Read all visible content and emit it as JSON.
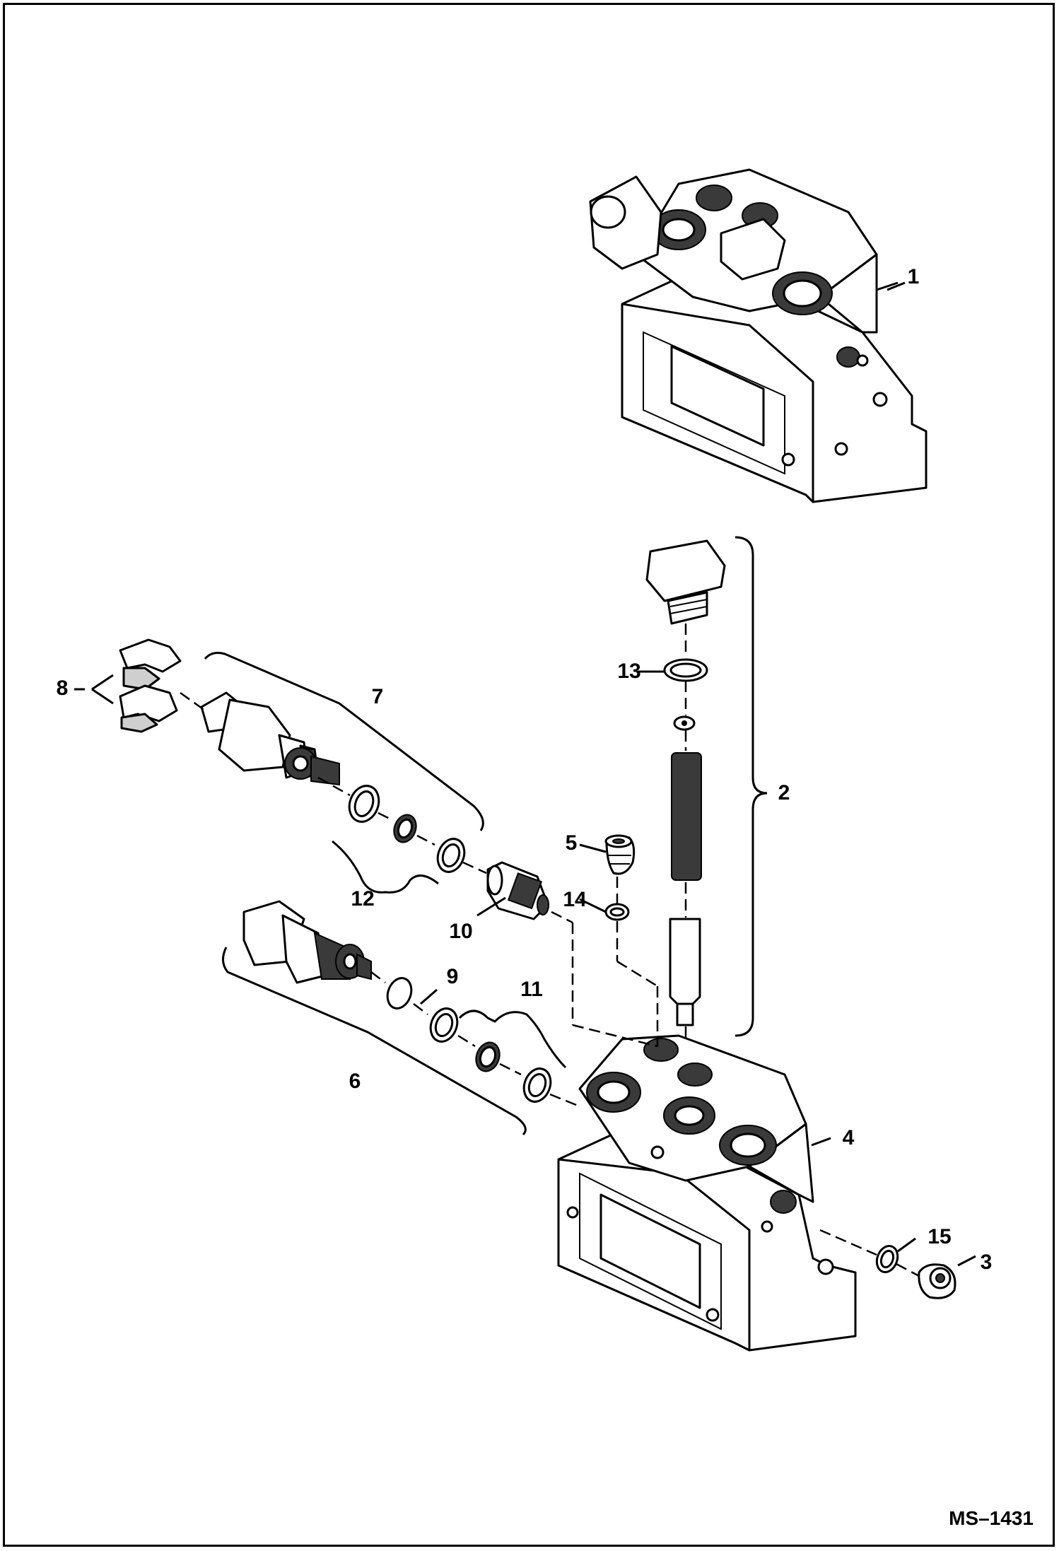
{
  "figure": {
    "reference": "MS–1431"
  },
  "callouts": [
    {
      "id": "c1",
      "text": "1"
    },
    {
      "id": "c2",
      "text": "2"
    },
    {
      "id": "c3",
      "text": "3"
    },
    {
      "id": "c4",
      "text": "4"
    },
    {
      "id": "c5",
      "text": "5"
    },
    {
      "id": "c6",
      "text": "6"
    },
    {
      "id": "c7",
      "text": "7"
    },
    {
      "id": "c8",
      "text": "8"
    },
    {
      "id": "c9",
      "text": "9"
    },
    {
      "id": "c10",
      "text": "10"
    },
    {
      "id": "c11",
      "text": "11"
    },
    {
      "id": "c12",
      "text": "12"
    },
    {
      "id": "c13",
      "text": "13"
    },
    {
      "id": "c14",
      "text": "14"
    },
    {
      "id": "c15",
      "text": "15"
    }
  ]
}
